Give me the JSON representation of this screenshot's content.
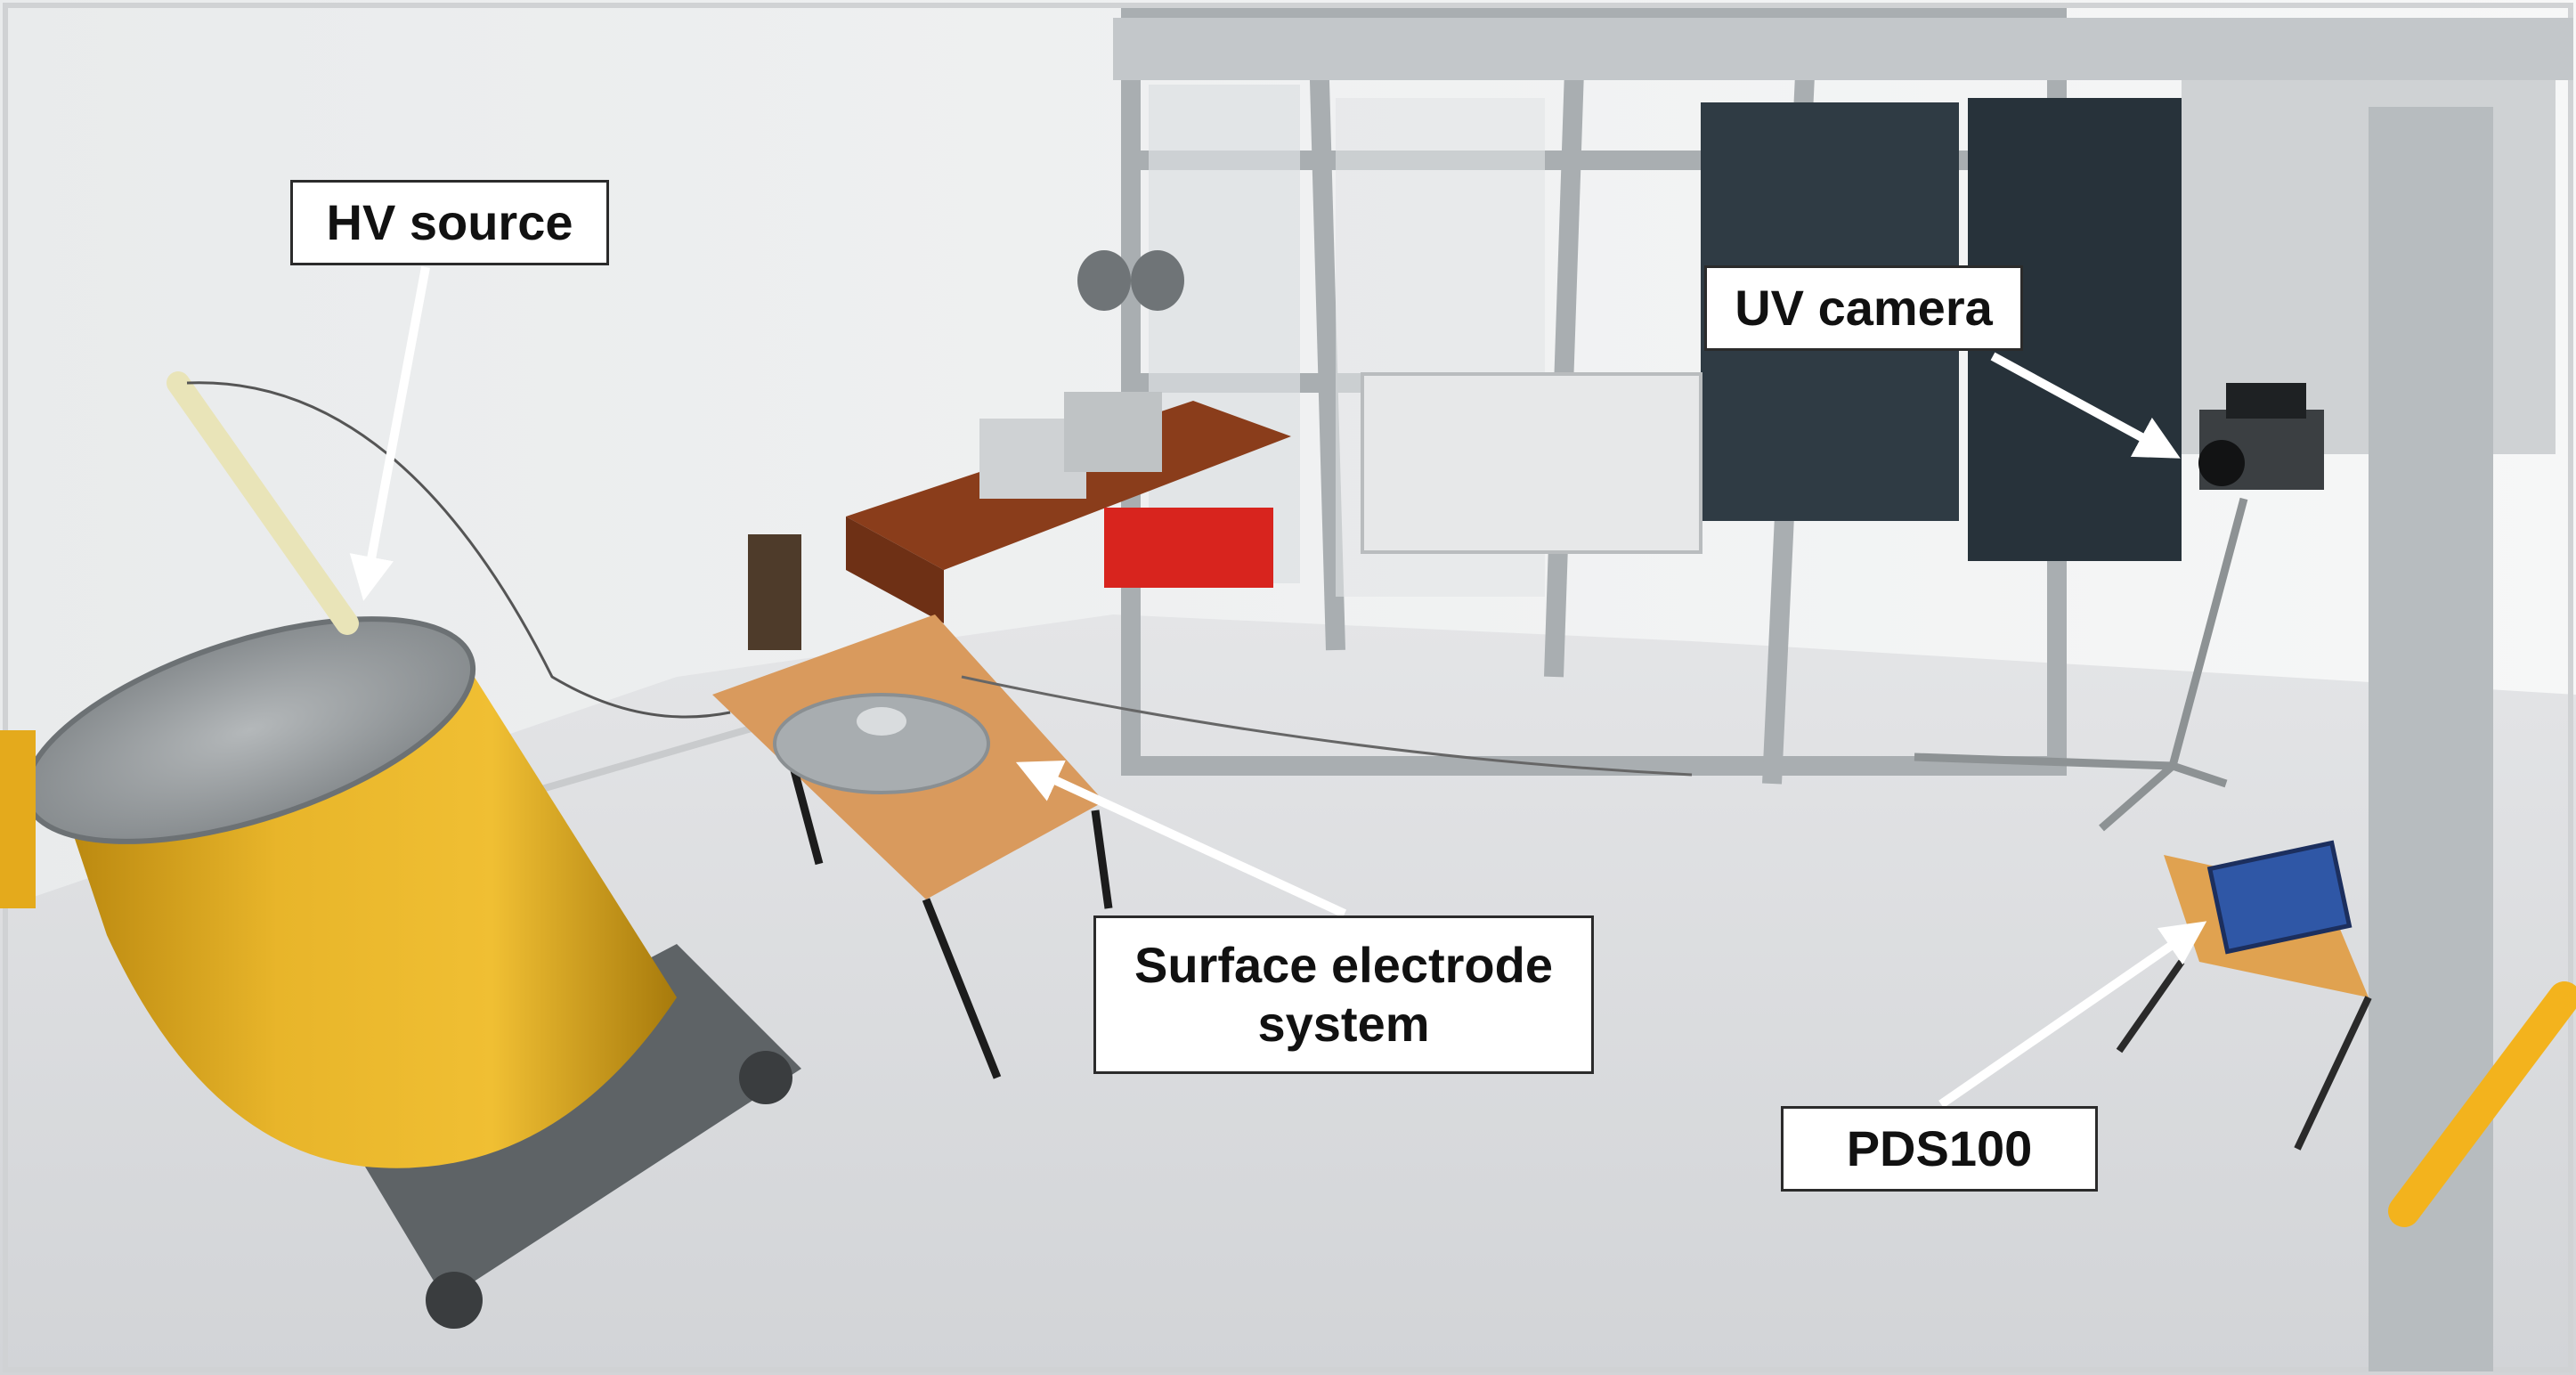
{
  "figure": {
    "description_hidden": "",
    "labels": {
      "hv_source": "HV source",
      "uv_camera": "UV camera",
      "surface_electrode_line1": "Surface electrode",
      "surface_electrode_line2": "system",
      "pds100": "PDS100"
    },
    "colors": {
      "wall": "#f1f2f3",
      "floor": "#dcdde0",
      "tank": "#e3b11f",
      "metal": "#9ea3a6",
      "arrow": "#ffffff",
      "table": "#d99a5d"
    }
  }
}
